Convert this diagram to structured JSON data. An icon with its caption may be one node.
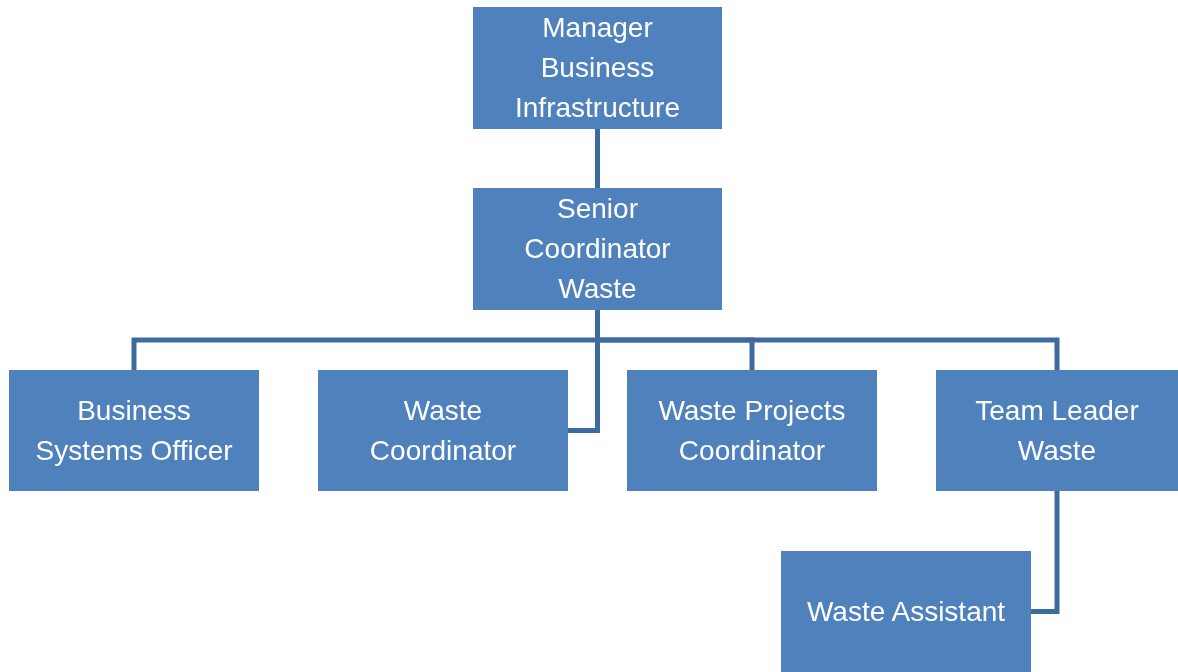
{
  "diagram": {
    "nodes": [
      {
        "text": [
          "Manager Business Infrastructure"
        ]
      },
      {
        "text": [
          "Senior Coordinator Waste"
        ]
      },
      {
        "text": [
          "Business Systems Officer"
        ]
      },
      {
        "text": [
          "Waste Coordinator"
        ]
      },
      {
        "text": [
          "Waste Projects Coordinator"
        ]
      },
      {
        "text": [
          "Team Leader Waste"
        ]
      },
      {
        "text": [
          "Waste Assistant"
        ]
      }
    ],
    "edges": [
      {
        "from": 0,
        "to": 1,
        "arrow": "none"
      },
      {
        "from": 1,
        "to": 2,
        "arrow": "none"
      },
      {
        "from": 1,
        "to": 3,
        "arrow": "none"
      },
      {
        "from": 1,
        "to": 4,
        "arrow": "none"
      },
      {
        "from": 1,
        "to": 5,
        "arrow": "none"
      },
      {
        "from": 5,
        "to": 6,
        "arrow": "none"
      }
    ]
  }
}
